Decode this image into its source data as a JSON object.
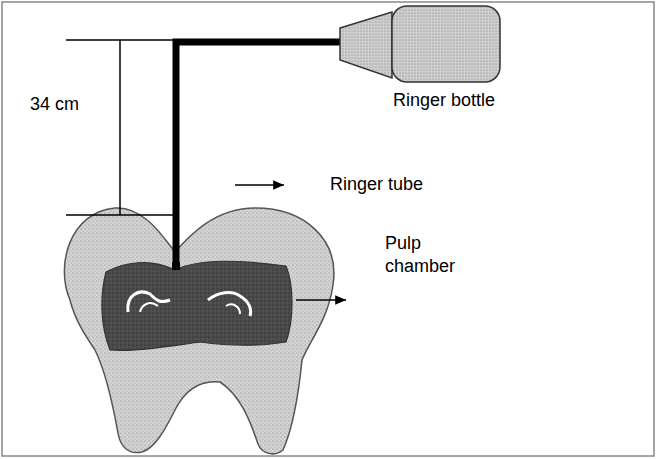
{
  "diagram": {
    "labels": [
      "34 cm",
      "Ringer bottle",
      "Ringer tube",
      "Pulp chamber"
    ]
  }
}
